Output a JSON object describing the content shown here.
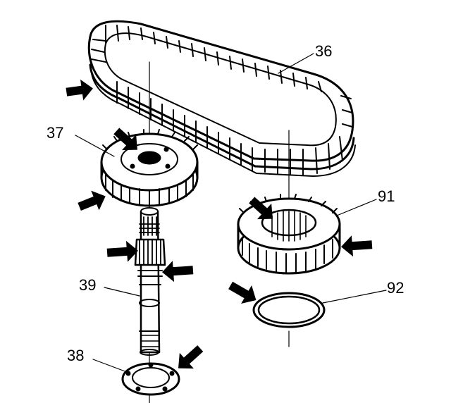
{
  "callouts": {
    "c36": "36",
    "c37": "37",
    "c38": "38",
    "c39": "39",
    "c91": "91",
    "c92": "92"
  },
  "colors": {
    "ink": "#000000",
    "paper": "#ffffff"
  },
  "icons": {
    "arrow": "filled-black-arrow"
  }
}
